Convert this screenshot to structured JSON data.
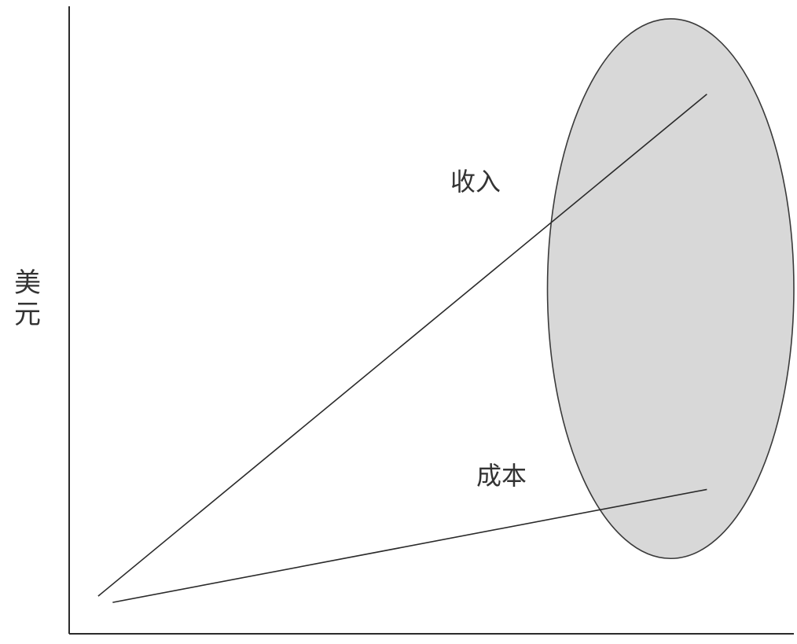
{
  "chart_data": {
    "type": "line",
    "title": "",
    "xlabel": "",
    "ylabel": "美元",
    "xlim": [
      0,
      100
    ],
    "ylim": [
      0,
      100
    ],
    "grid": false,
    "legend": "none",
    "series": [
      {
        "name": "收入",
        "x": [
          4,
          88
        ],
        "y": [
          6,
          86
        ]
      },
      {
        "name": "成本",
        "x": [
          6,
          88
        ],
        "y": [
          5,
          23
        ]
      }
    ],
    "annotations": [
      {
        "kind": "ellipse",
        "center": [
          83,
          55
        ],
        "radius_x": 17,
        "radius_y": 43,
        "fill_color": "#d8d8d8"
      }
    ],
    "colors": {
      "axis": "#2b2b2b",
      "lines": "#2a2a2a",
      "ellipse_fill": "#d8d8d8",
      "text": "#333333"
    }
  }
}
